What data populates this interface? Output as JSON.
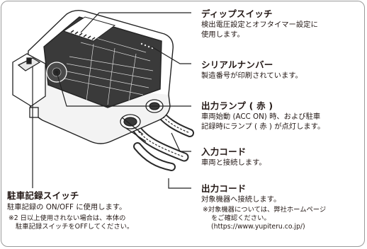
{
  "callouts": {
    "dip_switch": {
      "title": "ディップスイッチ",
      "lines": [
        "検出電圧設定とオフタイマー設定に",
        "使用します。"
      ]
    },
    "serial_number": {
      "title": "シリアルナンバー",
      "lines": [
        "製造番号が印刷されています。"
      ]
    },
    "output_lamp": {
      "title": "出力ランプ ( 赤 )",
      "lines": [
        "車両始動 (ACC ON) 時、および駐車",
        "記録時にランプ ( 赤 ) が点灯します。"
      ]
    },
    "input_cord": {
      "title": "入力コード",
      "lines": [
        "車両と接続します。"
      ]
    },
    "output_cord": {
      "title": "出力コード",
      "lines": [
        "対象機器へ接続します。"
      ],
      "notes": [
        "※対象機器については、弊社ホームページ",
        "をご確認ください。",
        "(https://www.yupiteru.co.jp/)"
      ]
    },
    "parking_switch": {
      "title": "駐車記録スイッチ",
      "lines": [
        "駐車記録の ON/OFF に使用します。"
      ],
      "notes": [
        "※2 日以上使用されない場合は、本体の",
        "駐車記録スイッチをOFFしてください。"
      ]
    }
  }
}
